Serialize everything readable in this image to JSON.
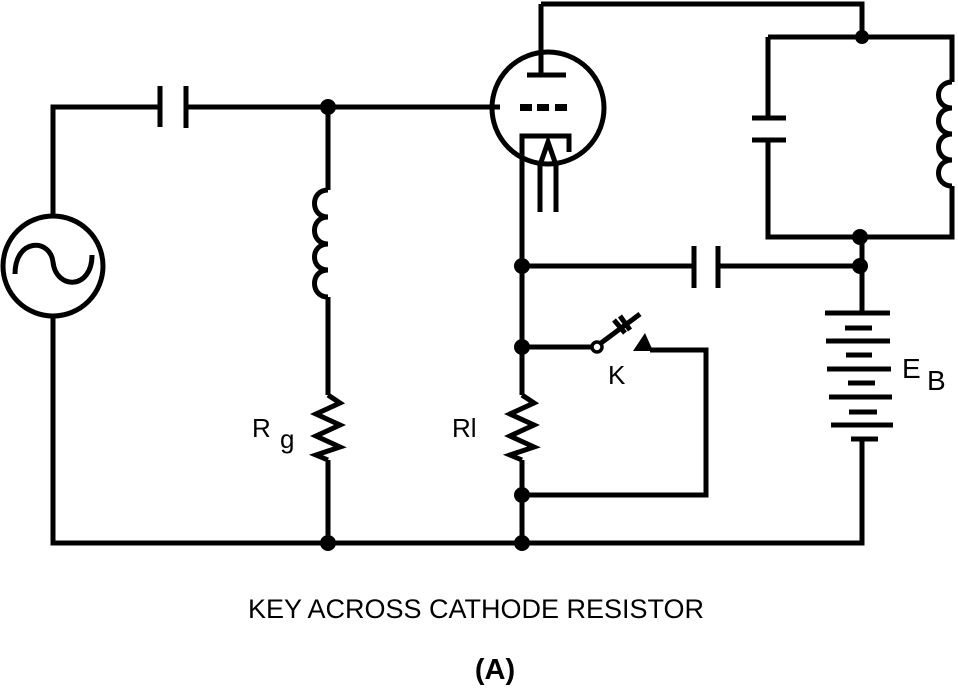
{
  "labels": {
    "grid_resistor": "R",
    "grid_resistor_sub": "g",
    "cathode_resistor": "Rl",
    "key": "K",
    "battery": "E",
    "battery_sub": "B"
  },
  "caption": "KEY ACROSS CATHODE RESISTOR",
  "figure_label": "(A)",
  "colors": {
    "ink": "#000000",
    "background": "#ffffff"
  }
}
